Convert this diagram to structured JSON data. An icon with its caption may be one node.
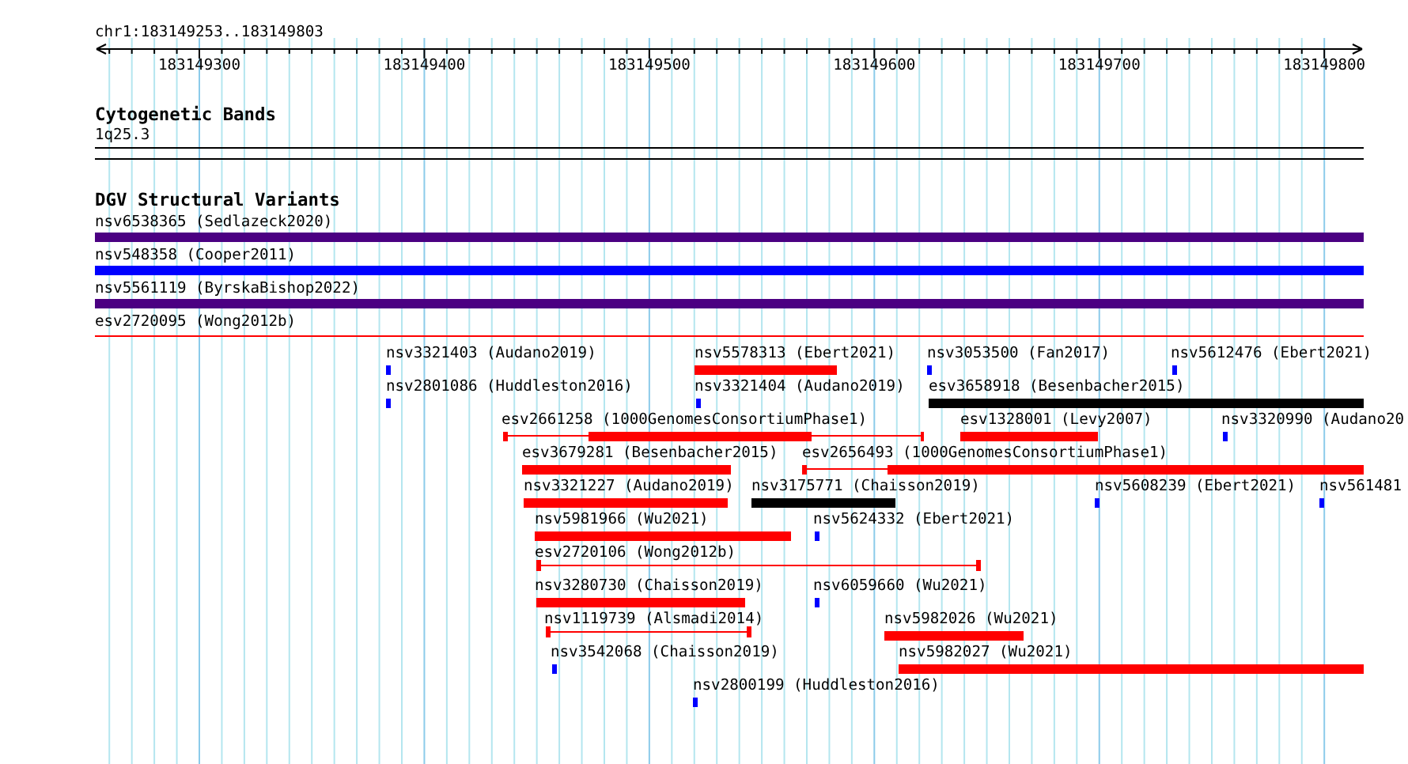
{
  "diagram": {
    "nodes": [
      {
        "text": [
          "1q25.3"
        ]
      },
      {
        "text": [
          "nsv6538365 (Sedlazeck2020)"
        ]
      },
      {
        "text": [
          "nsv548358 (Cooper2011)"
        ]
      },
      {
        "text": [
          "nsv5561119 (ByrskaBishop2022)"
        ]
      },
      {
        "text": [
          "esv2720095 (Wong2012b)"
        ]
      },
      {
        "text": [
          "nsv3321403 (Audano2019)"
        ]
      },
      {
        "text": [
          "nsv5578313 (Ebert2021)"
        ]
      },
      {
        "text": [
          "nsv3053500 (Fan2017)"
        ]
      },
      {
        "text": [
          "nsv5612476 (Ebert2021)"
        ]
      },
      {
        "text": [
          "nsv2801086 (Huddleston2016)"
        ]
      },
      {
        "text": [
          "nsv3321404 (Audano2019)"
        ]
      },
      {
        "text": [
          "esv3658918 (Besenbacher2015)"
        ]
      },
      {
        "text": [
          "esv2661258 (1000GenomesConsortiumPhase1)"
        ]
      },
      {
        "text": [
          "esv1328001 (Levy2007)"
        ]
      },
      {
        "text": [
          "nsv3320990 (Audano20"
        ]
      },
      {
        "text": [
          "esv3679281 (Besenbacher2015)"
        ]
      },
      {
        "text": [
          "esv2656493 (1000GenomesConsortiumPhase1)"
        ]
      },
      {
        "text": [
          "nsv3321227 (Audano2019)"
        ]
      },
      {
        "text": [
          "nsv3175771 (Chaisson2019)"
        ]
      },
      {
        "text": [
          "nsv5608239 (Ebert2021)"
        ]
      },
      {
        "text": [
          "nsv561481"
        ]
      },
      {
        "text": [
          "nsv5981966 (Wu2021)"
        ]
      },
      {
        "text": [
          "nsv5624332 (Ebert2021)"
        ]
      },
      {
        "text": [
          "esv2720106 (Wong2012b)"
        ]
      },
      {
        "text": [
          "nsv3280730 (Chaisson2019)"
        ]
      },
      {
        "text": [
          "nsv6059660 (Wu2021)"
        ]
      },
      {
        "text": [
          "nsv1119739 (Alsmadi2014)"
        ]
      },
      {
        "text": [
          "nsv5982026 (Wu2021)"
        ]
      },
      {
        "text": [
          "nsv3542068 (Chaisson2019)"
        ]
      },
      {
        "text": [
          "nsv5982027 (Wu2021)"
        ]
      },
      {
        "text": [
          "nsv2800199 (Huddleston2016)"
        ]
      }
    ],
    "edges": [],
    "labels": [
      "chr1:183149253..183149803",
      "183149300",
      "183149400",
      "183149500",
      "183149600",
      "183149700",
      "183149800",
      "Cytogenetic Bands",
      "DGV Structural Variants"
    ]
  }
}
